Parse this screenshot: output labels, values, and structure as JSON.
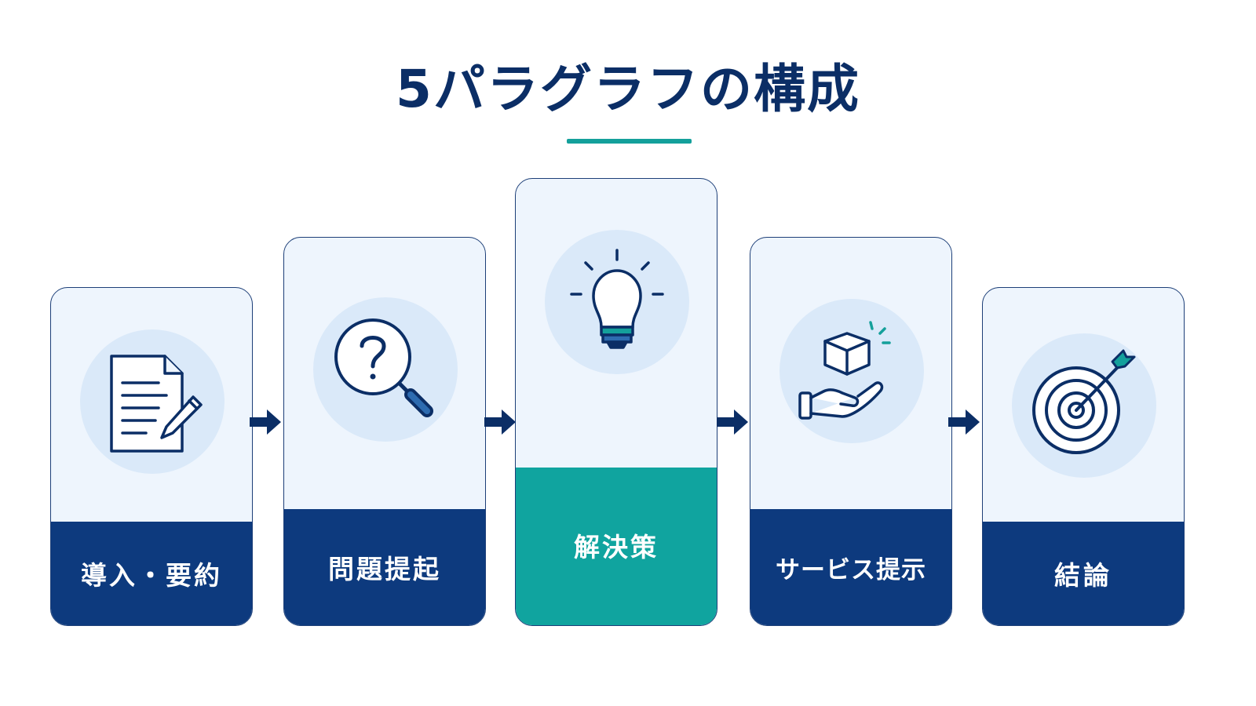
{
  "title": "5パラグラフの構成",
  "colors": {
    "navy": "#0d3a7e",
    "teal": "#10a49f",
    "card_bg": "#eef5fd",
    "circle_bg": "#dae9f9"
  },
  "steps": [
    {
      "label": "導入・要約",
      "icon": "document-pen-icon",
      "highlighted": false
    },
    {
      "label": "問題提起",
      "icon": "magnifier-question-icon",
      "highlighted": false
    },
    {
      "label": "解決策",
      "icon": "lightbulb-icon",
      "highlighted": true
    },
    {
      "label": "サービス提示",
      "icon": "hand-box-icon",
      "highlighted": false
    },
    {
      "label": "結論",
      "icon": "target-arrow-icon",
      "highlighted": false
    }
  ]
}
